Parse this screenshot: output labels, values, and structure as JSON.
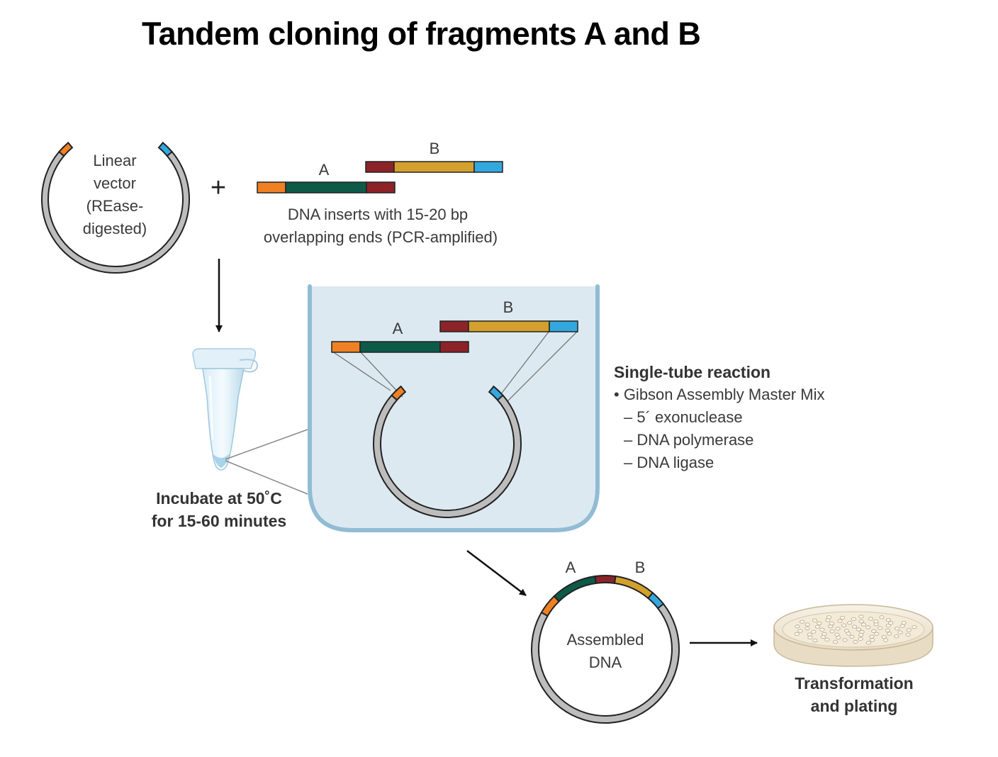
{
  "title": "Tandem cloning of fragments A and B",
  "colors": {
    "orange": "#f08024",
    "dark_red": "#8c2329",
    "dark_green": "#0e5a49",
    "gold": "#d3a02e",
    "blue": "#33a8df",
    "backbone_fill": "#bdbdbd",
    "reaction_bg": "#dce9f1",
    "reaction_border": "#92bcd3"
  },
  "top": {
    "vector_label": [
      "Linear",
      "vector",
      "(REase-",
      "digested)"
    ],
    "plus": "+",
    "fragment_a": "A",
    "fragment_b": "B",
    "inserts_caption": [
      "DNA inserts with 15-20 bp",
      "overlapping ends (PCR-amplified)"
    ]
  },
  "tube_caption": [
    "Incubate at 50˚C",
    "for 15-60 minutes"
  ],
  "reaction": {
    "fragment_a": "A",
    "fragment_b": "B",
    "heading": "Single-tube reaction",
    "mix": "• Gibson Assembly Master Mix",
    "components": [
      "– 5´ exonuclease",
      "– DNA polymerase",
      "– DNA ligase"
    ]
  },
  "assembled": {
    "fragment_a": "A",
    "fragment_b": "B",
    "label": [
      "Assembled",
      "DNA"
    ]
  },
  "plating_caption": [
    "Transformation",
    "and plating"
  ]
}
